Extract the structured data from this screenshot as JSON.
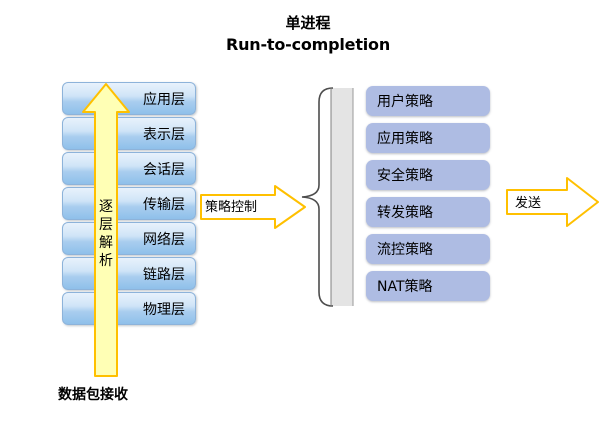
{
  "title": {
    "line1": "单进程",
    "line2": "Run-to-completion"
  },
  "layer_stack": {
    "name": "osi-layer-stack",
    "layers": [
      {
        "label": "应用层"
      },
      {
        "label": "表示层"
      },
      {
        "label": "会话层"
      },
      {
        "label": "传输层"
      },
      {
        "label": "网络层"
      },
      {
        "label": "链路层"
      },
      {
        "label": "物理层"
      }
    ],
    "arrow_label": "逐层解析",
    "caption": "数据包接收"
  },
  "policy_arrow": {
    "label": "策略控制"
  },
  "policy_list": {
    "items": [
      {
        "label": "用户策略"
      },
      {
        "label": "应用策略"
      },
      {
        "label": "安全策略"
      },
      {
        "label": "转发策略"
      },
      {
        "label": "流控策略"
      },
      {
        "label": "NAT策略"
      }
    ]
  },
  "send_arrow": {
    "label": "发送"
  },
  "colors": {
    "background": "#ffffff",
    "layer_fill_top": "#e8f2fc",
    "layer_fill_bottom": "#8fc0ea",
    "layer_border": "#8db3da",
    "policy_fill": "#aebce3",
    "arrow_yellow_fill": "#ffffb5",
    "arrow_gold_border": "#ffc000",
    "brace_panel": "#e4e4e4",
    "text": "#000000"
  }
}
